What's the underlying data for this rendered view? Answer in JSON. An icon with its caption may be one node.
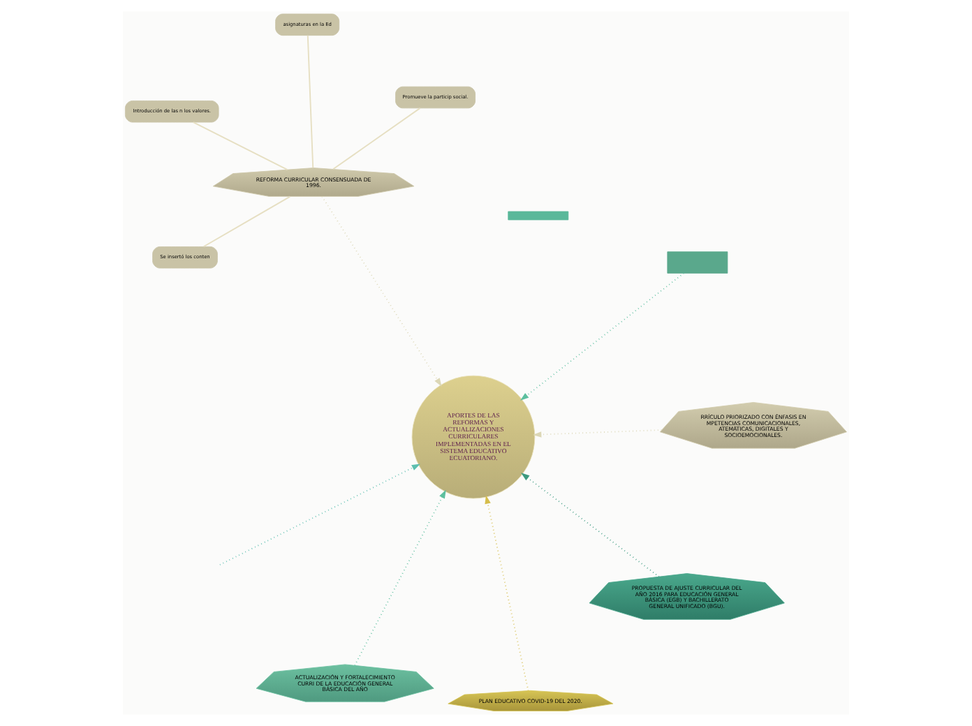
{
  "diagram": {
    "nodes": [
      {
        "text": [
          "APORTES DE LAS REFORMAS Y ACTUALIZACIONES CURRICULARES IMPLEMENTADAS EN EL SISTEMA EDUCATIVO ECUATORIANO."
        ]
      },
      {
        "text": [],
        "shape": "box"
      },
      {
        "text": [
          "REFORMA CURRICULAR CONSENSUADA DE 1996."
        ]
      },
      {
        "text": [
          "asignaturas en la Ed"
        ]
      },
      {
        "text": [
          "Promueve la particip social."
        ]
      },
      {
        "text": [
          "Introducción de las n los valores."
        ]
      },
      {
        "text": [
          "Se insertó los conten"
        ]
      },
      {
        "text": [
          "RRÍCULO PRIORIZADO CON ÉNFASIS EN MPETENCIAS COMUNICACIONALES, ATEMÁTICAS, DIGITALES Y SOCIOEMOCIONALES."
        ]
      },
      {
        "text": [
          "ACTUALIZACIÓN Y FORTALECIMIENTO CURRI DE LA EDUCACIÓN GENERAL BÁSICA DEL AÑO"
        ]
      },
      {
        "text": [
          "PLAN EDUCATIVO COVID-19 DEL 2020."
        ]
      },
      {
        "text": [
          "PROPUESTA DE AJUSTE CURRICULAR DEL AÑO 2016 PARA EDUCACIÓN GENERAL BÁSICA (EGB) Y BACHILLERATO GENERAL UNIFICADO (BGU)."
        ]
      },
      {
        "text": [],
        "shape": "box"
      }
    ],
    "edges": [
      {
        "from": 1,
        "to": 0,
        "arrow": "to",
        "style": "dashed",
        "color": "#5dbf9f"
      },
      {
        "from": 2,
        "to": 0,
        "arrow": "to",
        "style": "dashed",
        "color": "#dcd7b6"
      },
      {
        "from": 2,
        "to": 3,
        "arrow": "none",
        "color": "#e6dfc2"
      },
      {
        "from": 2,
        "to": 4,
        "arrow": "none",
        "color": "#e6dfc2"
      },
      {
        "from": 2,
        "to": 5,
        "arrow": "none",
        "color": "#e6dfc2"
      },
      {
        "from": 2,
        "to": 6,
        "arrow": "none",
        "color": "#e6dfc2"
      },
      {
        "from": 7,
        "to": 0,
        "arrow": "to",
        "style": "dashed",
        "color": "#dcd7b6"
      },
      {
        "from": 8,
        "to": 0,
        "arrow": "to",
        "style": "dashed",
        "color": "#5dbf9f"
      },
      {
        "from": 9,
        "to": 0,
        "arrow": "to",
        "style": "dashed",
        "color": "#d6bd4a"
      },
      {
        "from": 10,
        "to": 0,
        "arrow": "to",
        "style": "dashed",
        "color": "#3d9a80"
      },
      {
        "from": null,
        "to": 0,
        "arrow": "to",
        "style": "dashed",
        "color": "#5dbfb0"
      }
    ]
  }
}
